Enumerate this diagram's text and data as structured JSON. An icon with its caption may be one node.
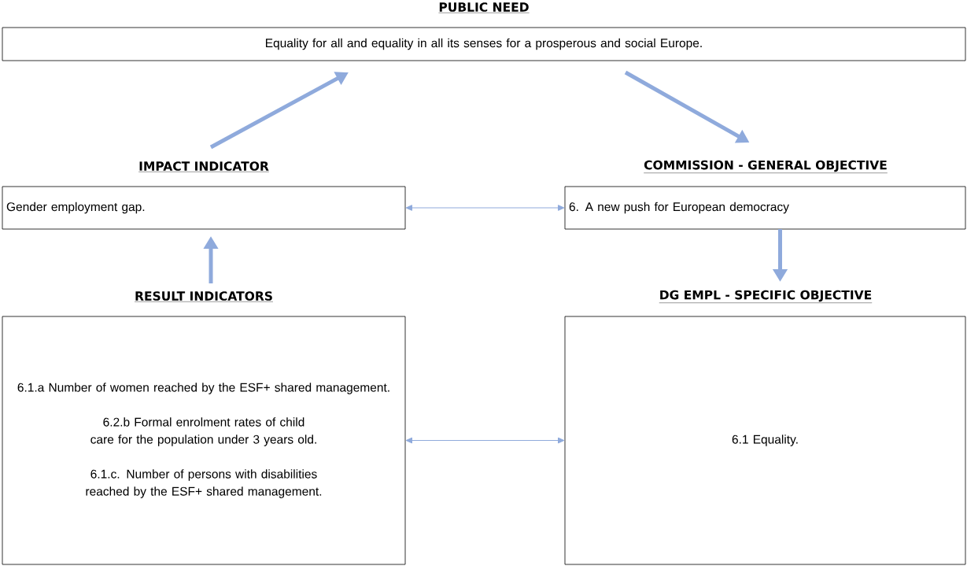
{
  "diagram": {
    "nodes": [
      {
        "text": [
          "PUBLIC NEED",
          "Equality for all and equality in all its senses for a prosperous and social Europe."
        ]
      },
      {
        "text": [
          "IMPACT INDICATOR",
          "Gender employment gap."
        ]
      },
      {
        "text": [
          "COMMISSION - GENERAL OBJECTIVE",
          "6. A new push for European democracy"
        ]
      },
      {
        "text": [
          "RESULT INDICATORS",
          "6.1.a Number of women reached by the ESF+ shared management.",
          "6.2.b Formal enrolment rates of child care for the population under 3 years old.",
          "6.1.c. Number of persons with disabilities reached by the ESF+ shared management."
        ]
      },
      {
        "text": [
          "DG EMPL - SPECIFIC OBJECTIVE",
          "6.1 Equality."
        ]
      }
    ],
    "edges": [
      {
        "from": 1,
        "to": 0,
        "arrow": "to"
      },
      {
        "from": 0,
        "to": 2,
        "arrow": "to"
      },
      {
        "from": 1,
        "to": 2,
        "arrow": "both"
      },
      {
        "from": 2,
        "to": 4,
        "arrow": "to"
      },
      {
        "from": 3,
        "to": 1,
        "arrow": "to"
      },
      {
        "from": 3,
        "to": 4,
        "arrow": "both"
      }
    ]
  }
}
